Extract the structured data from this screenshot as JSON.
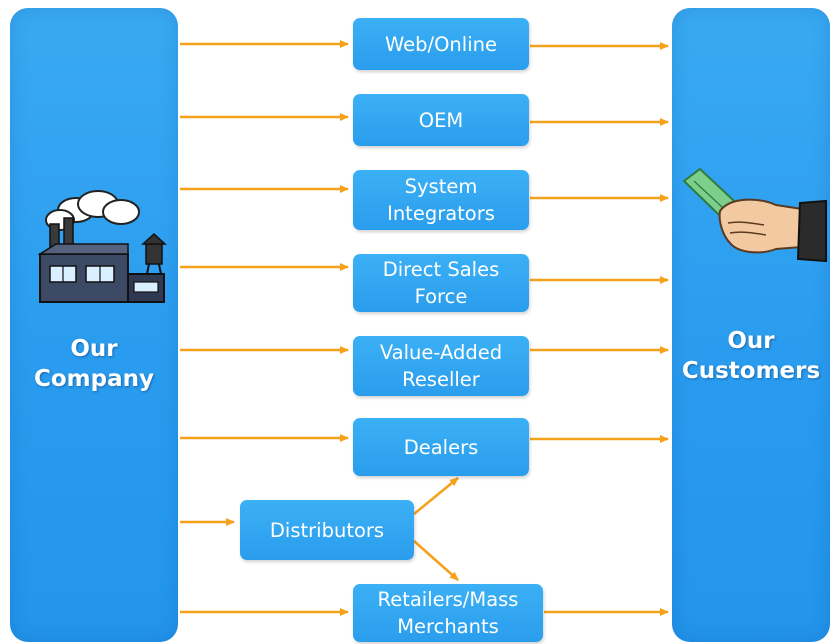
{
  "left_block": {
    "label": "Our\nCompany",
    "icon": "factory-icon"
  },
  "right_block": {
    "label": "Our\nCustomers",
    "icon": "hand-with-money-icon"
  },
  "channels": [
    {
      "id": "web-online",
      "label": "Web/Online"
    },
    {
      "id": "oem",
      "label": "OEM"
    },
    {
      "id": "system-integrators",
      "label": "System\nIntegrators"
    },
    {
      "id": "direct-sales-force",
      "label": "Direct Sales\nForce"
    },
    {
      "id": "value-added-reseller",
      "label": "Value-Added\nReseller"
    },
    {
      "id": "dealers",
      "label": "Dealers"
    },
    {
      "id": "retailers-mass-merchants",
      "label": "Retailers/Mass\nMerchants"
    }
  ],
  "intermediary": {
    "id": "distributors",
    "label": "Distributors"
  },
  "colors": {
    "block": "#2a9ded",
    "arrow": "#f5a11c",
    "text": "#ffffff"
  }
}
